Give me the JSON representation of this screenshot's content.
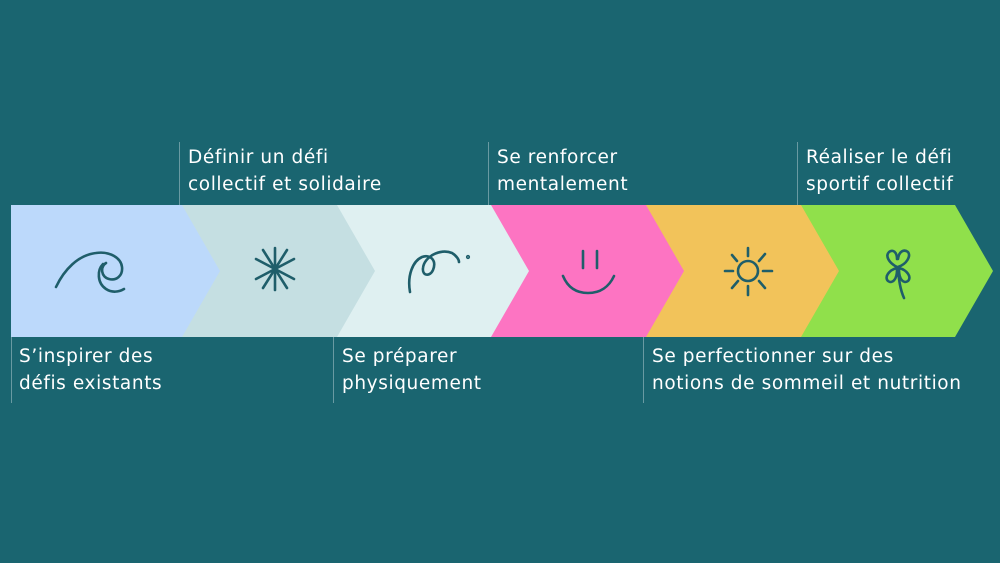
{
  "steps": [
    {
      "label": [
        "S’inspirer des",
        "défis existants"
      ],
      "label_position": "below",
      "color": "#bcd9fb",
      "icon": "wave-icon"
    },
    {
      "label": [
        "Définir un défi",
        "collectif et solidaire"
      ],
      "label_position": "above",
      "color": "#c5dfe2",
      "icon": "asterisk-icon"
    },
    {
      "label": [
        "Se préparer",
        "physiquement"
      ],
      "label_position": "below",
      "color": "#dff0f1",
      "icon": "squiggle-icon"
    },
    {
      "label": [
        "Se renforcer",
        "mentalement"
      ],
      "label_position": "above",
      "color": "#fd74c2",
      "icon": "smiley-icon"
    },
    {
      "label": [
        "Se perfectionner sur des",
        "notions de sommeil et nutrition"
      ],
      "label_position": "below",
      "color": "#f2c35a",
      "icon": "sun-icon"
    },
    {
      "label": [
        "Réaliser le défi",
        "sportif collectif"
      ],
      "label_position": "above",
      "color": "#90e04b",
      "icon": "clover-icon"
    }
  ],
  "colors": {
    "background": "#1a6570",
    "icon_stroke": "#1f5e6a",
    "label_text": "#ffffff"
  }
}
